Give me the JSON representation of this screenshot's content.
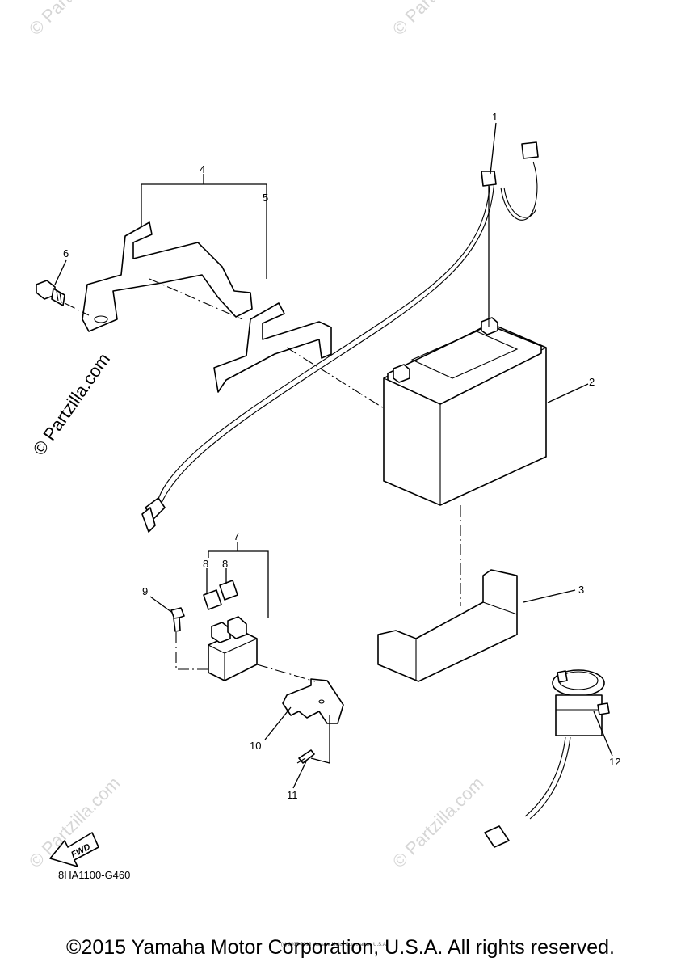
{
  "callouts": [
    "1",
    "2",
    "3",
    "4",
    "5",
    "6",
    "7",
    "8",
    "8",
    "9",
    "10",
    "11",
    "12"
  ],
  "watermark": {
    "main": "© Partzilla.com",
    "faint": "© Partzilla.com"
  },
  "fwd_label": "FWD",
  "diagram_code": "8HA1100-G460",
  "tiny_note": "(c) 2005-2016 Yamaha Motor Corporation, U.S.A.",
  "copyright": "©2015 Yamaha Motor Corporation, U.S.A. All rights reserved."
}
